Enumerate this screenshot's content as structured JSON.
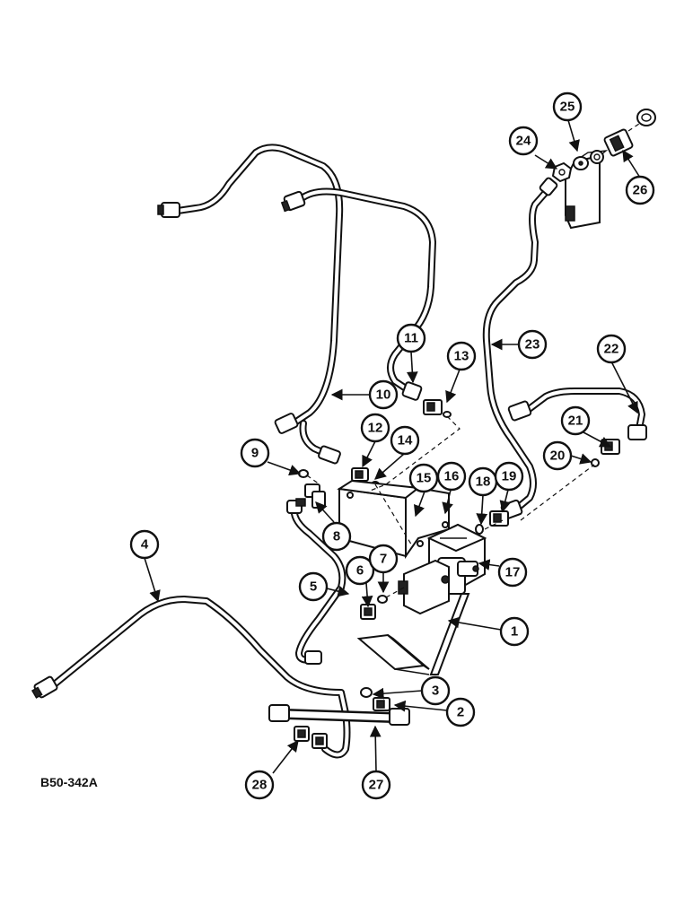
{
  "reference_code": "B50-342A",
  "callouts": [
    "1",
    "2",
    "3",
    "4",
    "5",
    "6",
    "7",
    "8",
    "9",
    "10",
    "11",
    "12",
    "13",
    "14",
    "15",
    "16",
    "17",
    "18",
    "19",
    "20",
    "21",
    "22",
    "23",
    "24",
    "25",
    "26",
    "27",
    "28"
  ]
}
